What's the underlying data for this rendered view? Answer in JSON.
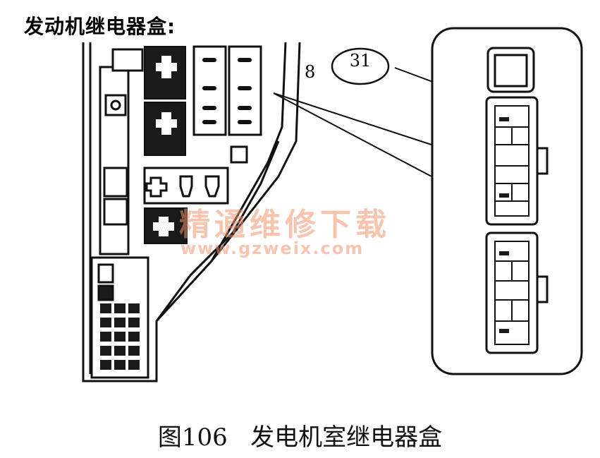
{
  "heading": "发动机继电器盒:",
  "callout": {
    "number_left": "8",
    "number_circled": "31"
  },
  "watermark": {
    "text": "精通维修下载",
    "url": "www.gzweix.com"
  },
  "caption": "图106   发电机室继电器盒"
}
